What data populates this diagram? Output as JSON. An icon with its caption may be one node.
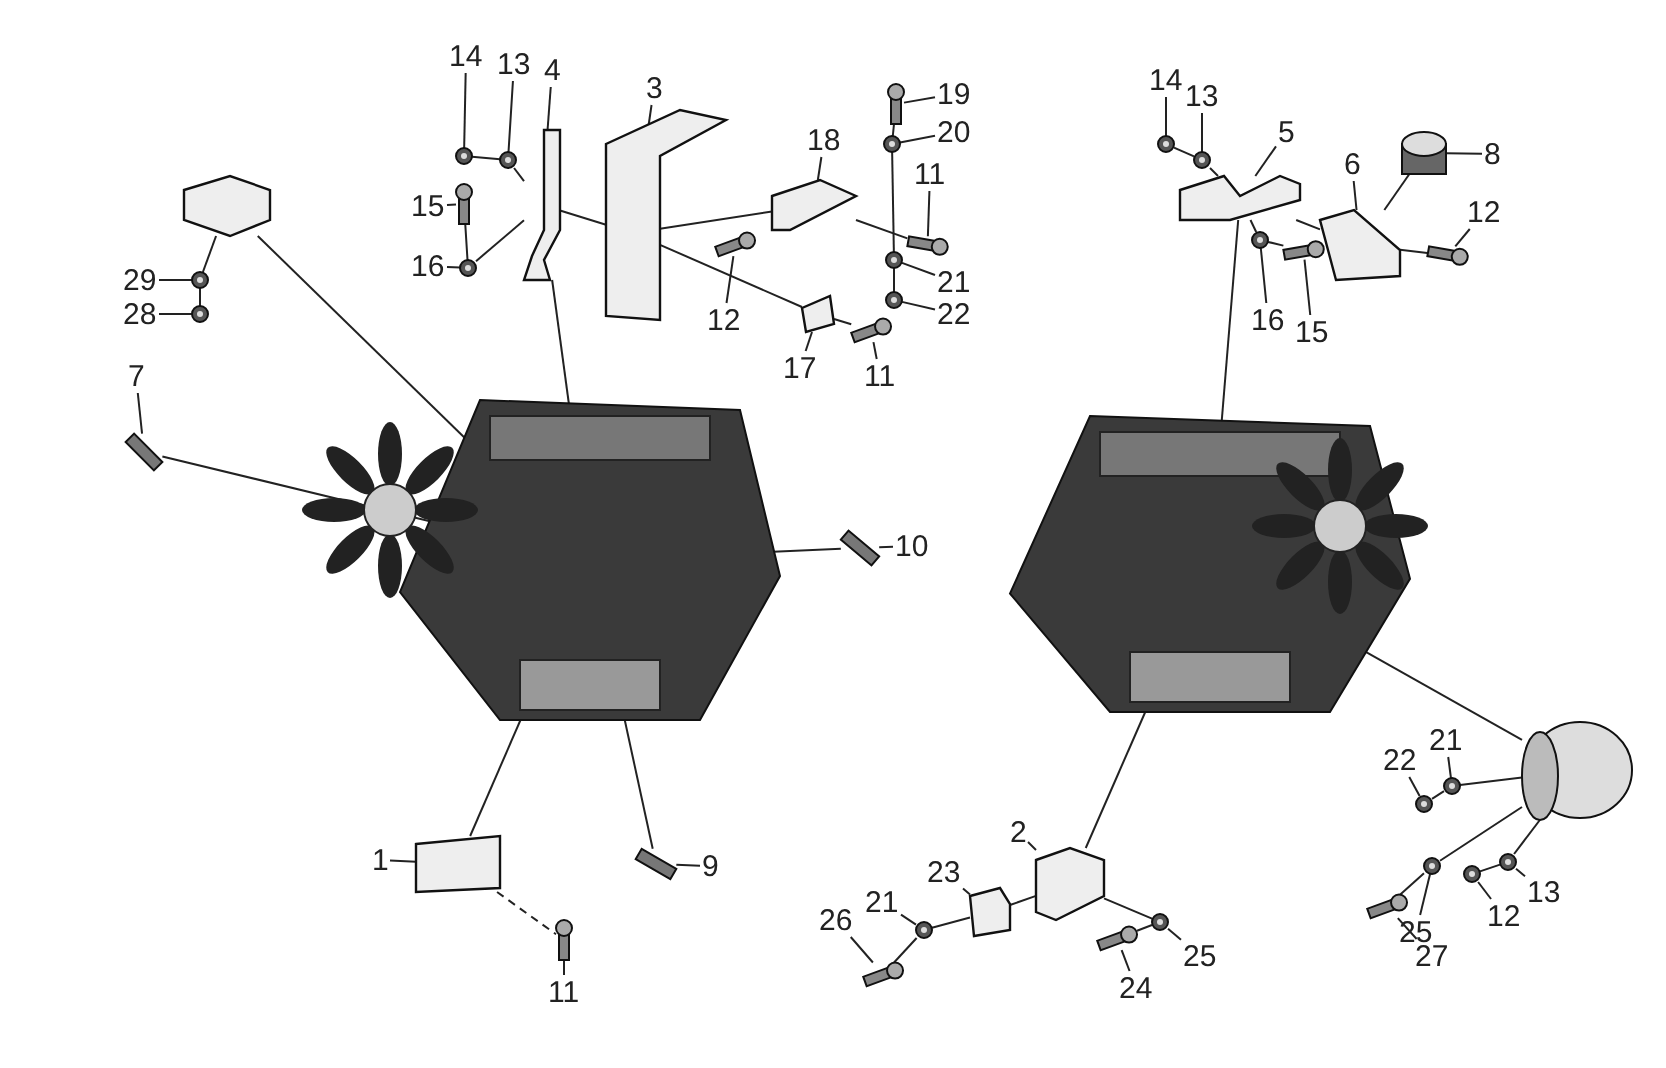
{
  "diagram": {
    "nodes": [
      {
        "text": [
          "14"
        ]
      },
      {
        "text": [
          "13"
        ]
      },
      {
        "text": [
          "4"
        ]
      },
      {
        "text": [
          "3"
        ]
      },
      {
        "text": [
          "19"
        ]
      },
      {
        "text": [
          "20"
        ]
      },
      {
        "text": [
          "18"
        ]
      },
      {
        "text": [
          "11"
        ]
      },
      {
        "text": [
          "15"
        ]
      },
      {
        "text": [
          "16"
        ]
      },
      {
        "text": [
          "29"
        ]
      },
      {
        "text": [
          "28"
        ]
      },
      {
        "text": [
          "12"
        ]
      },
      {
        "text": [
          "21"
        ]
      },
      {
        "text": [
          "22"
        ]
      },
      {
        "text": [
          "17"
        ]
      },
      {
        "text": [
          "11"
        ]
      },
      {
        "text": [
          "7"
        ]
      },
      {
        "text": [
          "10"
        ]
      },
      {
        "text": [
          "1"
        ]
      },
      {
        "text": [
          "9"
        ]
      },
      {
        "text": [
          "11"
        ]
      },
      {
        "text": [
          "14"
        ]
      },
      {
        "text": [
          "13"
        ]
      },
      {
        "text": [
          "5"
        ]
      },
      {
        "text": [
          "6"
        ]
      },
      {
        "text": [
          "8"
        ]
      },
      {
        "text": [
          "12"
        ]
      },
      {
        "text": [
          "16"
        ]
      },
      {
        "text": [
          "15"
        ]
      },
      {
        "text": [
          "2"
        ]
      },
      {
        "text": [
          "23"
        ]
      },
      {
        "text": [
          "21"
        ]
      },
      {
        "text": [
          "26"
        ]
      },
      {
        "text": [
          "25"
        ]
      },
      {
        "text": [
          "24"
        ]
      },
      {
        "text": [
          "22"
        ]
      },
      {
        "text": [
          "21"
        ]
      },
      {
        "text": [
          "12"
        ]
      },
      {
        "text": [
          "13"
        ]
      },
      {
        "text": [
          "25"
        ]
      },
      {
        "text": [
          "27"
        ]
      },
      {
        "text": [],
        "shape": "picture"
      },
      {
        "text": [],
        "shape": "picture"
      },
      {
        "text": [],
        "shape": "circle"
      },
      {
        "text": [],
        "shape": "circle"
      },
      {
        "text": [],
        "shape": "picture"
      },
      {
        "text": [],
        "shape": "picture"
      },
      {
        "text": [],
        "shape": "bolt"
      },
      {
        "text": [],
        "shape": "circle"
      },
      {
        "text": [],
        "shape": "picture"
      },
      {
        "text": [],
        "shape": "bolt"
      },
      {
        "text": [],
        "shape": "bolt"
      },
      {
        "text": [],
        "shape": "circle"
      },
      {
        "text": [],
        "shape": "picture"
      },
      {
        "text": [],
        "shape": "circle"
      },
      {
        "text": [],
        "shape": "circle"
      },
      {
        "text": [],
        "shape": "bolt"
      },
      {
        "text": [],
        "shape": "circle"
      },
      {
        "text": [],
        "shape": "circle"
      },
      {
        "text": [],
        "shape": "picture"
      },
      {
        "text": [],
        "shape": "bolt"
      },
      {
        "text": [],
        "shape": "bar"
      },
      {
        "text": [],
        "shape": "bar"
      },
      {
        "text": [],
        "shape": "box"
      },
      {
        "text": [],
        "shape": "bar"
      },
      {
        "text": [],
        "shape": "bolt"
      },
      {
        "text": [],
        "shape": "circle"
      },
      {
        "text": [],
        "shape": "circle"
      },
      {
        "text": [],
        "shape": "picture"
      },
      {
        "text": [],
        "shape": "picture"
      },
      {
        "text": [],
        "shape": "cylinder"
      },
      {
        "text": [],
        "shape": "bolt"
      },
      {
        "text": [],
        "shape": "circle"
      },
      {
        "text": [],
        "shape": "bolt"
      },
      {
        "text": [],
        "shape": "picture"
      },
      {
        "text": [],
        "shape": "box"
      },
      {
        "text": [],
        "shape": "circle"
      },
      {
        "text": [],
        "shape": "bolt"
      },
      {
        "text": [],
        "shape": "circle"
      },
      {
        "text": [],
        "shape": "bolt"
      },
      {
        "text": [],
        "shape": "circle"
      },
      {
        "text": [],
        "shape": "circle"
      },
      {
        "text": [],
        "shape": "circle"
      },
      {
        "text": [],
        "shape": "circle"
      },
      {
        "text": [],
        "shape": "circle"
      },
      {
        "text": [],
        "shape": "bolt"
      },
      {
        "text": [],
        "shape": "picture"
      }
    ],
    "edges": [
      {
        "from": 0,
        "to": 44,
        "arrow": "none"
      },
      {
        "from": 1,
        "to": 45,
        "arrow": "none"
      },
      {
        "from": 2,
        "to": 46,
        "arrow": "none"
      },
      {
        "from": 3,
        "to": 47,
        "arrow": "none"
      },
      {
        "from": 4,
        "to": 48,
        "arrow": "none"
      },
      {
        "from": 5,
        "to": 49,
        "arrow": "none"
      },
      {
        "from": 6,
        "to": 50,
        "arrow": "none"
      },
      {
        "from": 7,
        "to": 51,
        "arrow": "none"
      },
      {
        "from": 8,
        "to": 52,
        "arrow": "none"
      },
      {
        "from": 9,
        "to": 53,
        "arrow": "none"
      },
      {
        "from": 10,
        "to": 55,
        "arrow": "none"
      },
      {
        "from": 11,
        "to": 56,
        "arrow": "none"
      },
      {
        "from": 12,
        "to": 57,
        "arrow": "none"
      },
      {
        "from": 13,
        "to": 58,
        "arrow": "none"
      },
      {
        "from": 14,
        "to": 59,
        "arrow": "none"
      },
      {
        "from": 15,
        "to": 60,
        "arrow": "none"
      },
      {
        "from": 16,
        "to": 61,
        "arrow": "none"
      },
      {
        "from": 17,
        "to": 62,
        "arrow": "none"
      },
      {
        "from": 18,
        "to": 63,
        "arrow": "none"
      },
      {
        "from": 19,
        "to": 64,
        "arrow": "none"
      },
      {
        "from": 20,
        "to": 65,
        "arrow": "none"
      },
      {
        "from": 21,
        "to": 66,
        "arrow": "none"
      },
      {
        "from": 22,
        "to": 67,
        "arrow": "none"
      },
      {
        "from": 23,
        "to": 68,
        "arrow": "none"
      },
      {
        "from": 24,
        "to": 69,
        "arrow": "none"
      },
      {
        "from": 25,
        "to": 70,
        "arrow": "none"
      },
      {
        "from": 26,
        "to": 71,
        "arrow": "none"
      },
      {
        "from": 27,
        "to": 72,
        "arrow": "none"
      },
      {
        "from": 28,
        "to": 73,
        "arrow": "none"
      },
      {
        "from": 29,
        "to": 74,
        "arrow": "none"
      },
      {
        "from": 30,
        "to": 75,
        "arrow": "none"
      },
      {
        "from": 31,
        "to": 76,
        "arrow": "none"
      },
      {
        "from": 32,
        "to": 77,
        "arrow": "none"
      },
      {
        "from": 33,
        "to": 78,
        "arrow": "none"
      },
      {
        "from": 34,
        "to": 79,
        "arrow": "none"
      },
      {
        "from": 35,
        "to": 80,
        "arrow": "none"
      },
      {
        "from": 36,
        "to": 81,
        "arrow": "none"
      },
      {
        "from": 37,
        "to": 82,
        "arrow": "none"
      },
      {
        "from": 38,
        "to": 83,
        "arrow": "none"
      },
      {
        "from": 39,
        "to": 84,
        "arrow": "none"
      },
      {
        "from": 40,
        "to": 85,
        "arrow": "none"
      },
      {
        "from": 41,
        "to": 86,
        "arrow": "none"
      },
      {
        "from": 54,
        "to": 42,
        "arrow": "none"
      },
      {
        "from": 62,
        "to": 42,
        "arrow": "none"
      },
      {
        "from": 46,
        "to": 42,
        "arrow": "none"
      },
      {
        "from": 44,
        "to": 45,
        "arrow": "none"
      },
      {
        "from": 45,
        "to": 46,
        "arrow": "none"
      },
      {
        "from": 46,
        "to": 47,
        "arrow": "none"
      },
      {
        "from": 47,
        "to": 50,
        "arrow": "none"
      },
      {
        "from": 47,
        "to": 60,
        "arrow": "none"
      },
      {
        "from": 48,
        "to": 49,
        "arrow": "none"
      },
      {
        "from": 49,
        "to": 58,
        "arrow": "none"
      },
      {
        "from": 58,
        "to": 59,
        "arrow": "none"
      },
      {
        "from": 51,
        "to": 50,
        "arrow": "none"
      },
      {
        "from": 61,
        "to": 60,
        "arrow": "none"
      },
      {
        "from": 52,
        "to": 53,
        "arrow": "none"
      },
      {
        "from": 53,
        "to": 46,
        "arrow": "none"
      },
      {
        "from": 54,
        "to": 55,
        "arrow": "none"
      },
      {
        "from": 55,
        "to": 56,
        "arrow": "none"
      },
      {
        "from": 63,
        "to": 42,
        "arrow": "none"
      },
      {
        "from": 64,
        "to": 42,
        "arrow": "none"
      },
      {
        "from": 65,
        "to": 42,
        "arrow": "none"
      },
      {
        "from": 64,
        "to": 66,
        "arrow": "none",
        "style": "dashed"
      },
      {
        "from": 67,
        "to": 68,
        "arrow": "none"
      },
      {
        "from": 68,
        "to": 69,
        "arrow": "none"
      },
      {
        "from": 69,
        "to": 70,
        "arrow": "none"
      },
      {
        "from": 70,
        "to": 72,
        "arrow": "none"
      },
      {
        "from": 71,
        "to": 70,
        "arrow": "none"
      },
      {
        "from": 73,
        "to": 69,
        "arrow": "none"
      },
      {
        "from": 74,
        "to": 73,
        "arrow": "none"
      },
      {
        "from": 69,
        "to": 43,
        "arrow": "none"
      },
      {
        "from": 75,
        "to": 43,
        "arrow": "none"
      },
      {
        "from": 87,
        "to": 43,
        "arrow": "none"
      },
      {
        "from": 76,
        "to": 75,
        "arrow": "none"
      },
      {
        "from": 77,
        "to": 76,
        "arrow": "none"
      },
      {
        "from": 78,
        "to": 77,
        "arrow": "none"
      },
      {
        "from": 75,
        "to": 79,
        "arrow": "none"
      },
      {
        "from": 79,
        "to": 80,
        "arrow": "none"
      },
      {
        "from": 82,
        "to": 87,
        "arrow": "none"
      },
      {
        "from": 81,
        "to": 82,
        "arrow": "none"
      },
      {
        "from": 85,
        "to": 87,
        "arrow": "none"
      },
      {
        "from": 86,
        "to": 85,
        "arrow": "none"
      },
      {
        "from": 83,
        "to": 84,
        "arrow": "none"
      },
      {
        "from": 84,
        "to": 87,
        "arrow": "none"
      }
    ]
  }
}
